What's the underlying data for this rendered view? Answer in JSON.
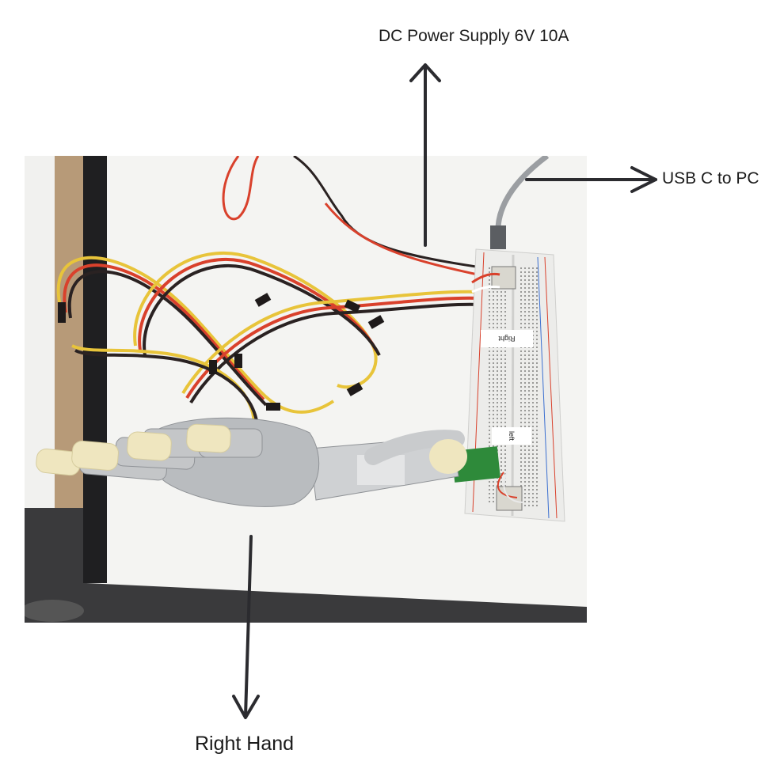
{
  "annotations": {
    "power_supply": "DC Power Supply 6V 10A",
    "usb": "USB C to PC",
    "hand": "Right Hand"
  },
  "breadboard_labels": {
    "top": "Right",
    "bottom": "left"
  },
  "colors": {
    "arrow": "#2b2b2f",
    "wire_red": "#d9412c",
    "wire_yellow": "#e8c43a",
    "wire_black": "#2a2222",
    "table": "#f4f4f2",
    "hand_grey": "#b9bcbf",
    "fingertip": "#efe6bf",
    "driver_board": "#2e8a3a"
  },
  "icons": {
    "dc_arrow": "arrow-up-icon",
    "usb_arrow": "arrow-right-icon",
    "hand_arrow": "arrow-down-icon"
  }
}
